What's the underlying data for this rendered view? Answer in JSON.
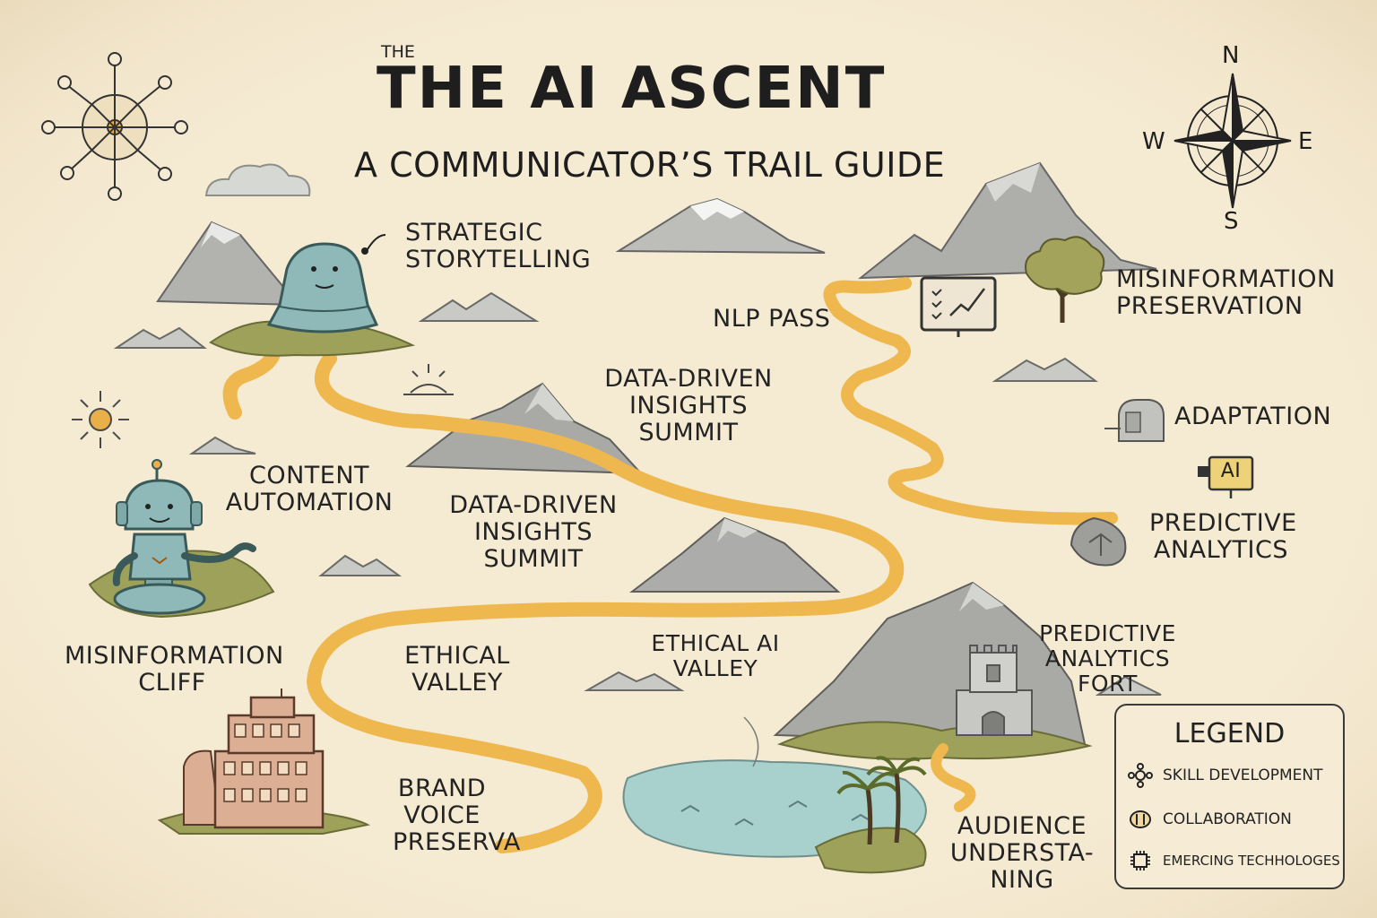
{
  "title": {
    "small": "THE",
    "main": "THE AI ASCENT",
    "subtitle": "A COMMUNICATOR’S TRAIL GUIDE"
  },
  "compass": {
    "n": "N",
    "s": "S",
    "e": "E",
    "w": "W"
  },
  "labels": {
    "strategic_storytelling": "STRATEGIC\nSTORYTELLING",
    "nlp_pass": "NLP PASS",
    "misinformation_preservation": "MISINFORMATION\nPRESERVATION",
    "data_driven_top": "DATA-DRIVEN\nINSIGHTS\nSUMMIT",
    "adaptation": "ADAPTATION",
    "ai_sign": "AI",
    "content_automation": "CONTENT\nAUTOMATION",
    "data_driven_mid": "DATA-DRIVEN\nINSIGHTS\nSUMMIT",
    "predictive_analytics": "PREDICTIVE\nANALYTICS",
    "predictive_analytics_fort": "PREDICTIVE\nANALYTICS\nFORT",
    "misinformation_cliff": "MISINFORMATION\nCLIFF",
    "ethical_valley": "ETHICAL\nVALLEY",
    "ethical_ai_valley": "ETHICAL AI\nVALLEY",
    "brand_voice": "BRAND\nVOICE\nPRESERVA",
    "audience_understanding": "AUDIENCE\nUNDERSTA-\nNING"
  },
  "legend": {
    "title": "LEGEND",
    "items": [
      {
        "icon": "skill-development-icon",
        "label": "SKILL DEVELOPMENT"
      },
      {
        "icon": "collaboration-icon",
        "label": "COLLABORATION"
      },
      {
        "icon": "chip-icon",
        "label": "EMERCING TECHHOLOGES"
      }
    ]
  },
  "colors": {
    "parchment": "#f5ead2",
    "trail": "#eeb84f",
    "mountain": "#b4b4b4",
    "robot": "#8fb9b8",
    "grass": "#9ea15a",
    "water": "#a8d0cd",
    "building": "#dcae94",
    "ink": "#232323"
  }
}
